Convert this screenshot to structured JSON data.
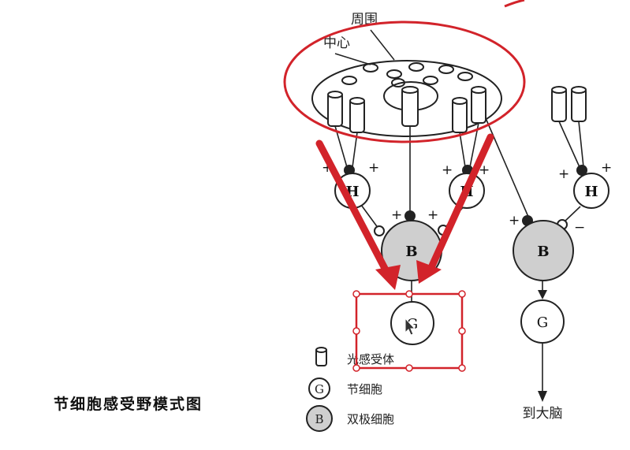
{
  "labels": {
    "periphery": "周围",
    "center": "中心",
    "brain": "到大脑",
    "caption": "节细胞感受野模式图"
  },
  "cells": {
    "horizontal": "H",
    "bipolar": "B",
    "ganglion": "G"
  },
  "signs": {
    "plus": "+",
    "minus": "−"
  },
  "legend": [
    {
      "symbol": "",
      "text": "光感受体"
    },
    {
      "symbol": "G",
      "text": "节细胞"
    },
    {
      "symbol": "B",
      "text": "双极细胞"
    }
  ],
  "colors": {
    "annotation_red": "#d2232a",
    "bipolar_fill": "#cfcfcf",
    "line": "#222222"
  }
}
